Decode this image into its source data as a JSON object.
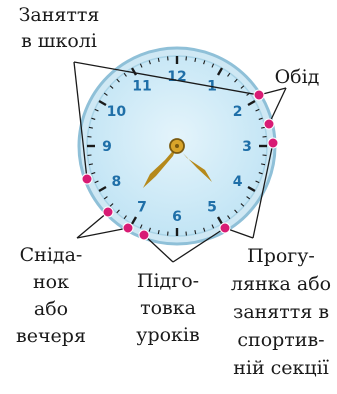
{
  "clock": {
    "numbers": [
      "12",
      "1",
      "2",
      "3",
      "4",
      "5",
      "6",
      "7",
      "8",
      "9",
      "10",
      "11"
    ],
    "hour_hand_time": "7:40",
    "colors": {
      "face": "#bfe3f4",
      "face_center": "#e4f4fb",
      "rim": "#9bcbe0",
      "ticks": "#1a1a1a",
      "numbers": "#1f6fa8",
      "hands": "#b5891b",
      "marker": "#d81b74",
      "lines": "#1a1a1a"
    }
  },
  "labels": {
    "school": [
      "Заняття",
      "в школі"
    ],
    "lunch": [
      "Обід"
    ],
    "breakfast": [
      "Сніда-",
      "нок",
      "або",
      "вечеря"
    ],
    "homework": [
      "Підго-",
      "товка",
      "уроків"
    ],
    "walk": [
      "Прогу-",
      "лянка або",
      "заняття в",
      "спортив-",
      "ній секції"
    ]
  }
}
